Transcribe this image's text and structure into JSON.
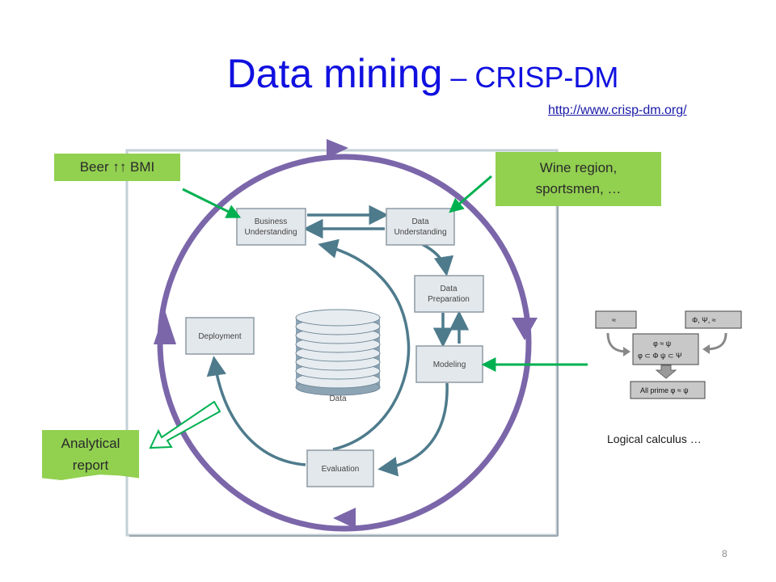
{
  "title": {
    "main": "Data mining",
    "suffix": " – CRISP-DM"
  },
  "url": "http://www.crisp-dm.org/",
  "slide_number": "8",
  "diagram": {
    "phases": {
      "business_understanding": [
        "Business",
        "Understanding"
      ],
      "data_understanding": [
        "Data",
        "Understanding"
      ],
      "data_preparation": [
        "Data",
        "Preparation"
      ],
      "modeling": "Modeling",
      "evaluation": "Evaluation",
      "deployment": "Deployment"
    },
    "center_label": "Data"
  },
  "callouts": {
    "beer": "Beer ↑↑ BMI",
    "wine": [
      "Wine region,",
      "sportsmen, …"
    ],
    "report": [
      "Analytical",
      "report"
    ]
  },
  "logic_diagram": {
    "box1": "≈",
    "box2": "Φ, Ψ, ≈",
    "box3": [
      "φ ≈ ψ",
      "φ ⊂ Φ   ψ ⊂ Ψ"
    ],
    "box4": "All prime φ ≈ ψ"
  },
  "caption": "Logical calculus …",
  "colors": {
    "title": "#1010e0",
    "callout": "#92d050",
    "arrow": "#00b050",
    "cycle": "#7b66aa",
    "flow": "#4e7b8c"
  }
}
